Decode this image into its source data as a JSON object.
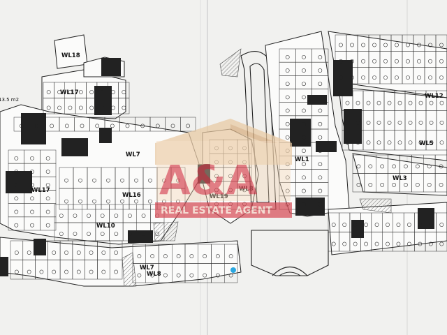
{
  "map": {
    "area_note": "13.5 m2",
    "block_labels": {
      "wl18": "WL18",
      "wl17_top": "WL17",
      "wl7_mid": "WL7",
      "wl17_left": "WL17",
      "wl16": "WL16",
      "wl10": "WL10",
      "wl19": "WL19",
      "wl8_center": "WL8",
      "wl1": "WL1",
      "wl7_bottom": "WL7",
      "wl8_bottom": "WL8",
      "wl12": "WL12",
      "wl5": "WL5",
      "wl3": "WL3"
    },
    "watermark": {
      "logo": "A&A",
      "tagline": "REAL ESTATE AGENT"
    },
    "marker_color": "#2aa7e0"
  }
}
